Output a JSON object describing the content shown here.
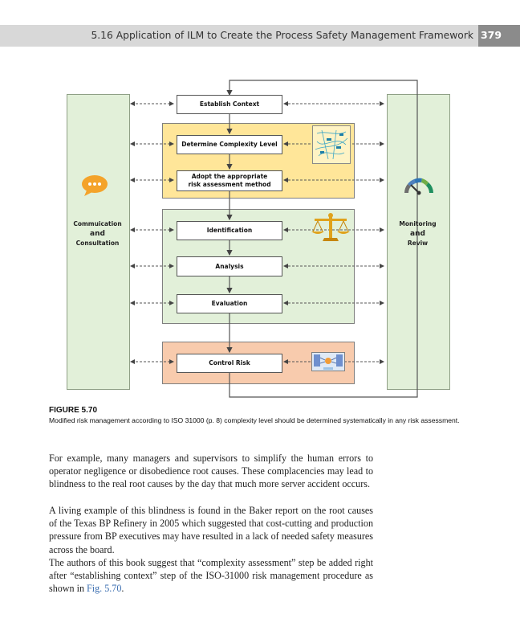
{
  "header": {
    "section_title": "5.16 Application of ILM to Create the Process Safety Management Framework",
    "page_number": "379"
  },
  "diagram": {
    "left_panel": {
      "line1": "Commuication",
      "line2": "and",
      "line3": "Consultation"
    },
    "right_panel": {
      "line1": "Monitoring",
      "line2": "and",
      "line3": "Reviw"
    },
    "steps": {
      "establish_context": "Establish Context",
      "determine_complexity": "Determine Complexity Level",
      "adopt_method_line1": "Adopt the appropriate",
      "adopt_method_line2": "risk assessment method",
      "identification": "Identification",
      "analysis": "Analysis",
      "evaluation": "Evaluation",
      "control_risk": "Control Risk"
    },
    "colors": {
      "side_panel": "#e2f0d9",
      "complexity_group": "#ffe699",
      "assessment_group": "#e2f0d9",
      "control_group": "#f8cbad",
      "speech_bubble": "#f4a32a"
    }
  },
  "figure": {
    "label": "FIGURE 5.70",
    "caption": "Modified risk management according to ISO 31000 (p. 8) complexity level should be determined systematically in any risk assessment."
  },
  "body": {
    "p1": "For example, many managers and supervisors to simplify the human errors to operator negligence or disobedience root causes. These complacencies may lead to blindness to the real root causes by the day that much more server accident occurs.",
    "p2": "A living example of this blindness is found in the Baker report on the root causes of the Texas BP Refinery in 2005 which suggested that cost-cutting and production pressure from BP executives may have resulted in a lack of needed safety measures across the board.",
    "p3_text": "The authors of this book suggest that “complexity assessment” step be added right after “establishing context” step of the ISO-31000 risk management procedure as shown in ",
    "p3_ref": "Fig. 5.70",
    "p3_end": "."
  }
}
